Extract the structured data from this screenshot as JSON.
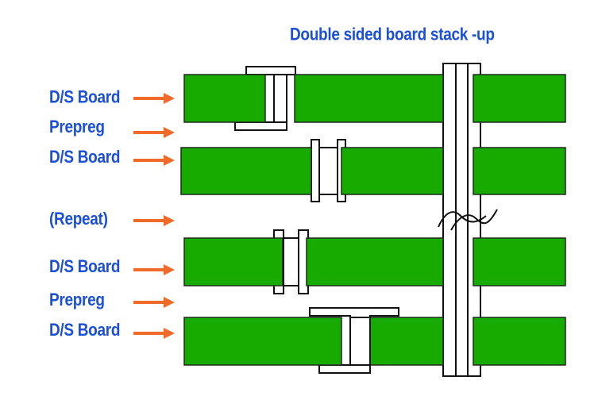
{
  "title": "Double sided board stack -up",
  "layer_labels": [
    "D/S Board",
    "Prepreg",
    "D/S Board",
    "(Repeat)",
    "D/S Board",
    "Prepreg",
    "D/S Board"
  ],
  "colors": {
    "board_fill": "#17ab00",
    "board_stroke": "#1e2a1e",
    "label_text": "#1a4fd6",
    "arrow": "#f06a2a",
    "via_stroke": "#111111",
    "via_fill": "#ffffff"
  }
}
